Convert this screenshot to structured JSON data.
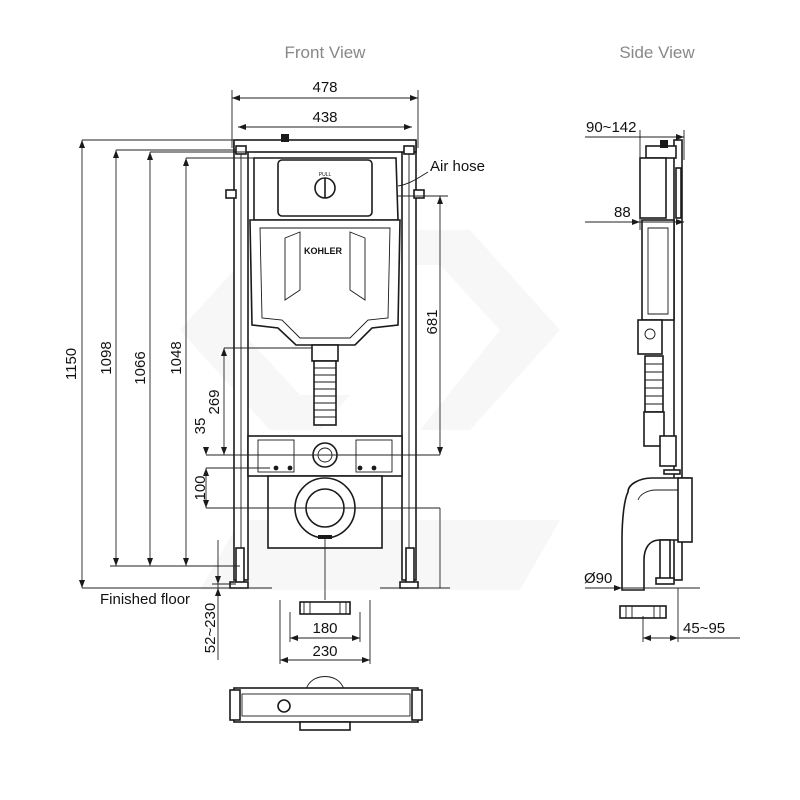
{
  "views": {
    "front_title": "Front View",
    "side_title": "Side View"
  },
  "brand": "KOHLER",
  "flush_button_text": "PULL",
  "labels": {
    "air_hose": "Air hose",
    "finished_floor": "Finished floor"
  },
  "dimensions": {
    "frame_outer_width": "478",
    "frame_inner_width": "438",
    "height_1150": "1150",
    "height_1098": "1098",
    "height_1066": "1066",
    "height_1048": "1048",
    "height_681": "681",
    "height_269": "269",
    "dim_35": "35",
    "dim_100": "100",
    "feet_52_230": "52~230",
    "outlet_180": "180",
    "outlet_230": "230",
    "depth_90_142": "90~142",
    "depth_88": "88",
    "pipe_dia_90": "Ø90",
    "offset_45_95": "45~95"
  }
}
